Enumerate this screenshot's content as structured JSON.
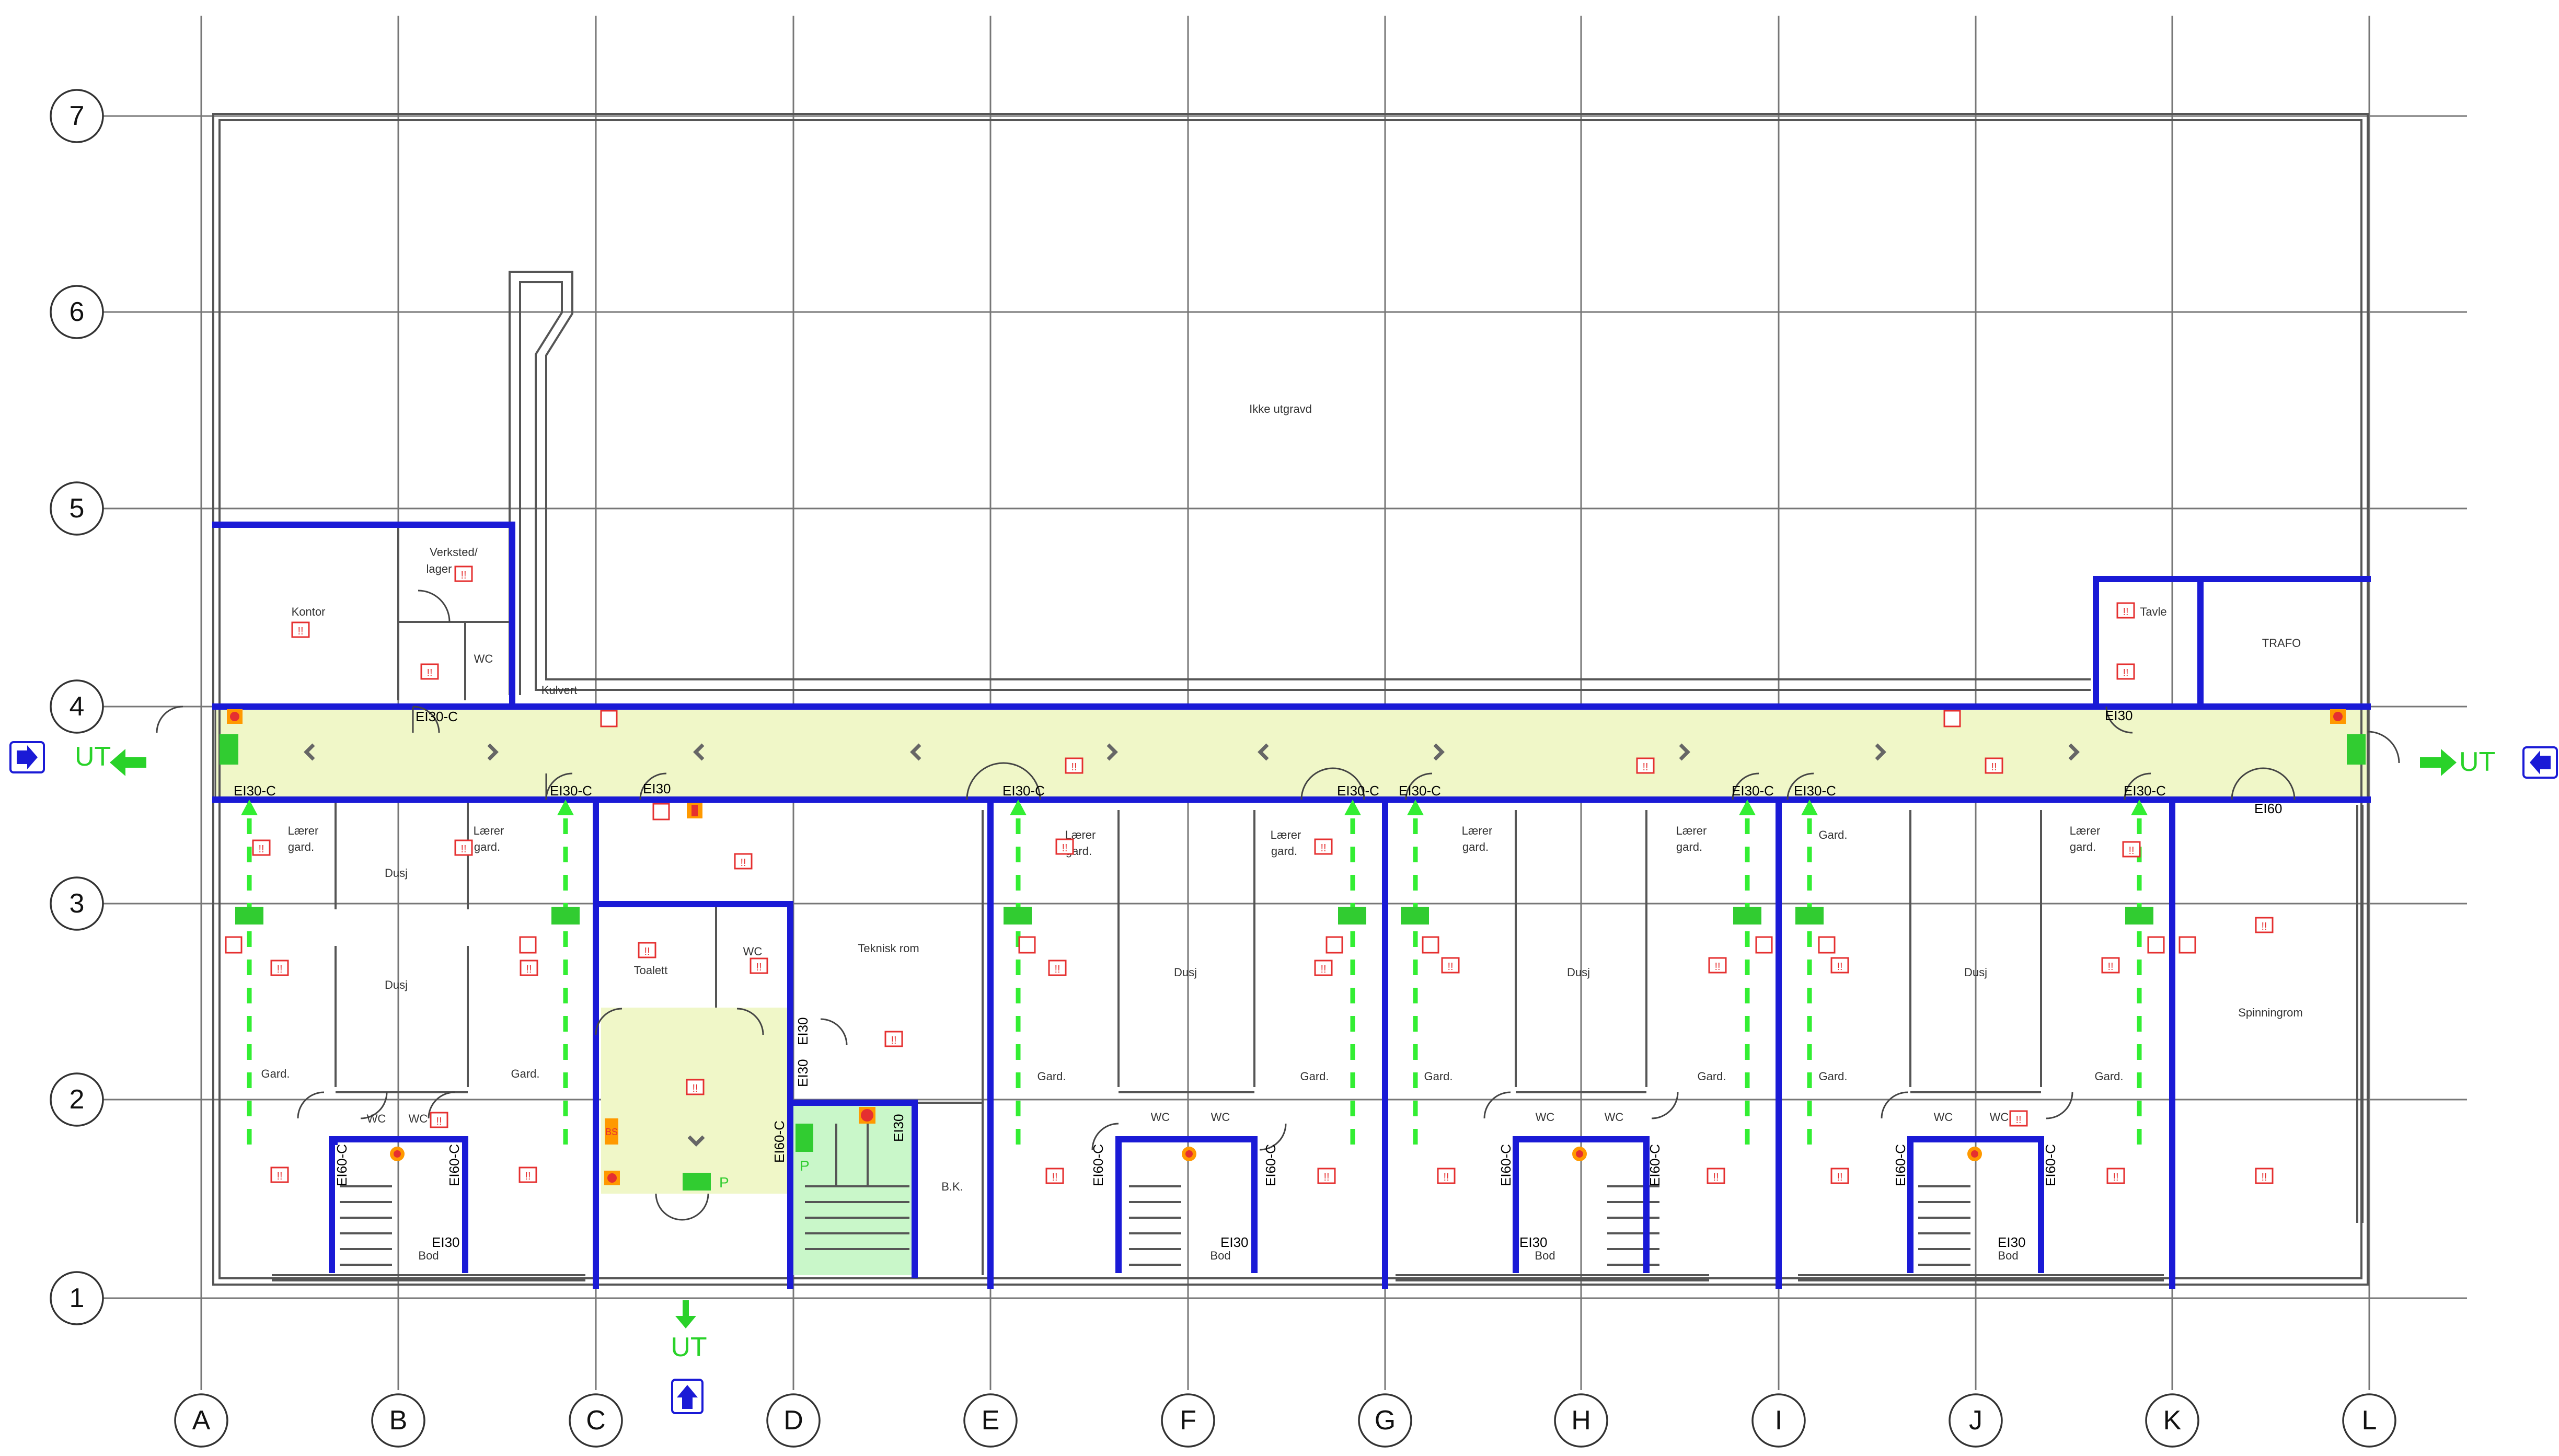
{
  "grid": {
    "rows": [
      "7",
      "6",
      "5",
      "4",
      "3",
      "2",
      "1"
    ],
    "cols": [
      "A",
      "B",
      "C",
      "D",
      "E",
      "F",
      "G",
      "H",
      "I",
      "J",
      "K",
      "L"
    ]
  },
  "rooms": {
    "ikke_utgravd": "Ikke utgravd",
    "kontor": "Kontor",
    "verksted_1": "Verksted/",
    "verksted_2": "lager",
    "wc": "WC",
    "kulvert": "Kulvert",
    "tavle": "Tavle",
    "trafo": "TRAFO",
    "laerer_1": "Lærer",
    "laerer_2": "gard.",
    "dusj": "Dusj",
    "gard": "Gard.",
    "toalett": "Toalett",
    "teknisk": "Teknisk rom",
    "bk": "B.K.",
    "bod": "Bod",
    "spinning": "Spinningrom"
  },
  "labels": {
    "ei30c": "EI30-C",
    "ei30": "EI30",
    "ei60": "EI60",
    "ei60c": "EI60-C",
    "ut": "UT",
    "p": "P",
    "bs": "BS"
  },
  "colors": {
    "fire_wall": "#1a1ad6",
    "escape_route": "#33ee33",
    "corridor_fill": "#f0f7c8",
    "stair_fill": "#c9f7c9",
    "symbol_red": "#e53030",
    "arrow_blue": "#1a1ad6"
  },
  "icons": [
    "fire-extinguisher-icon",
    "emergency-light-icon",
    "exit-sign-icon",
    "smoke-detector-icon",
    "hose-reel-icon",
    "entrance-arrow-icon"
  ]
}
